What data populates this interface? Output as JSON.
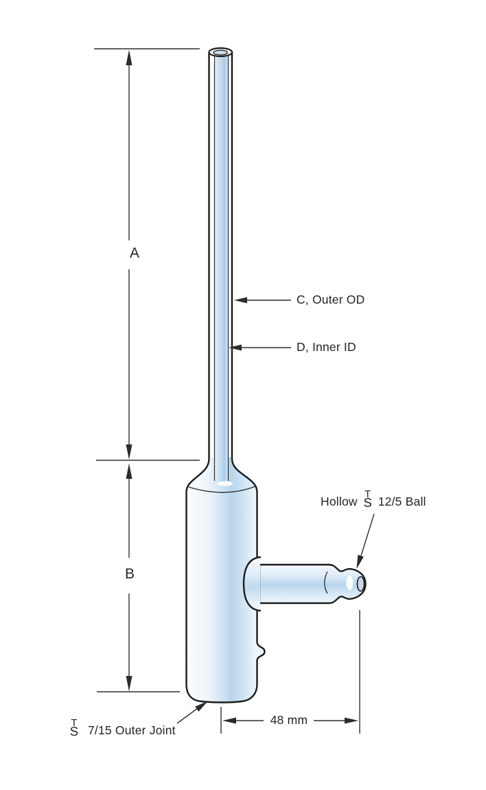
{
  "labels": {
    "dim_a": "A",
    "dim_b": "B",
    "outer_od": "C, Outer OD",
    "inner_id": "D, Inner ID",
    "ball_prefix": "Hollow",
    "ball_suffix": "12/5 Ball",
    "joint": "7/15 Outer Joint",
    "width": "48 mm"
  },
  "st_symbol": {
    "t": "T",
    "s": "S"
  },
  "colors": {
    "glass_blue": "#b9d6ee",
    "glass_light": "#eef5fb",
    "outline": "#1b1b1b",
    "dimension_line": "#2f2f2f",
    "highlight": "#ffffff"
  }
}
